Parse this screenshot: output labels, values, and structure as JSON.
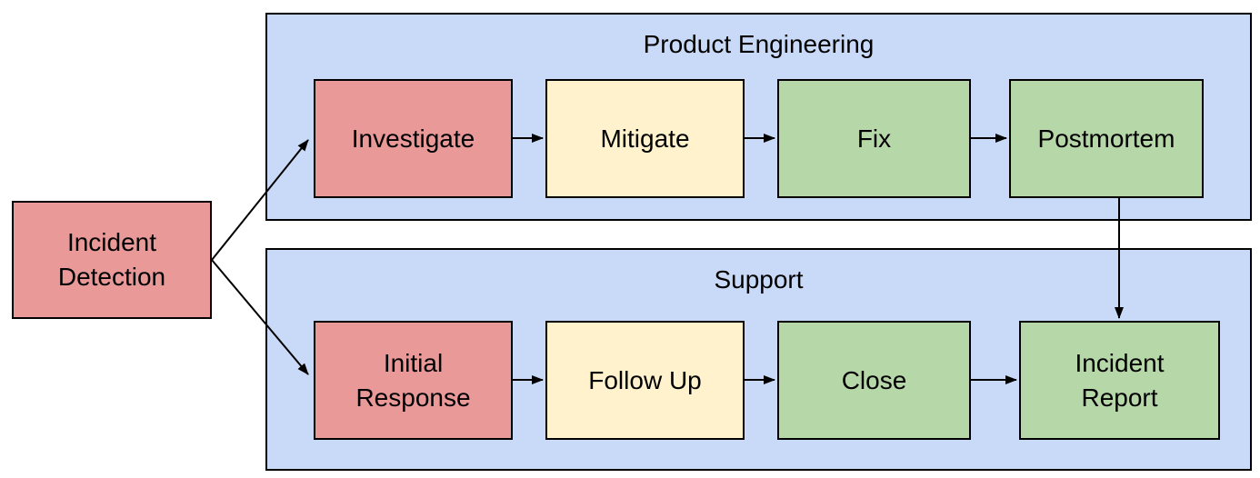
{
  "diagram": {
    "background_color": "#FFFFFF",
    "line_color": "#000000",
    "text_color": "#000000",
    "detection": {
      "label": "Incident Detection",
      "color": "#EA9999"
    },
    "lanes": [
      {
        "title": "Product Engineering",
        "color": "#C9DAF8",
        "steps": [
          {
            "label": "Investigate",
            "color": "#EA9999"
          },
          {
            "label": "Mitigate",
            "color": "#FFF2CC"
          },
          {
            "label": "Fix",
            "color": "#B6D7A8"
          },
          {
            "label": "Postmortem",
            "color": "#B6D7A8"
          }
        ]
      },
      {
        "title": "Support",
        "color": "#C9DAF8",
        "steps": [
          {
            "label": "Initial Response",
            "color": "#EA9999"
          },
          {
            "label": "Follow Up",
            "color": "#FFF2CC"
          },
          {
            "label": "Close",
            "color": "#B6D7A8"
          },
          {
            "label": "Incident Report",
            "color": "#B6D7A8"
          }
        ]
      }
    ],
    "edges": [
      {
        "from": "Incident Detection",
        "to": "Investigate"
      },
      {
        "from": "Incident Detection",
        "to": "Initial Response"
      },
      {
        "from": "Investigate",
        "to": "Mitigate"
      },
      {
        "from": "Mitigate",
        "to": "Fix"
      },
      {
        "from": "Fix",
        "to": "Postmortem"
      },
      {
        "from": "Postmortem",
        "to": "Incident Report"
      },
      {
        "from": "Initial Response",
        "to": "Follow Up"
      },
      {
        "from": "Follow Up",
        "to": "Close"
      },
      {
        "from": "Close",
        "to": "Incident Report"
      }
    ]
  }
}
